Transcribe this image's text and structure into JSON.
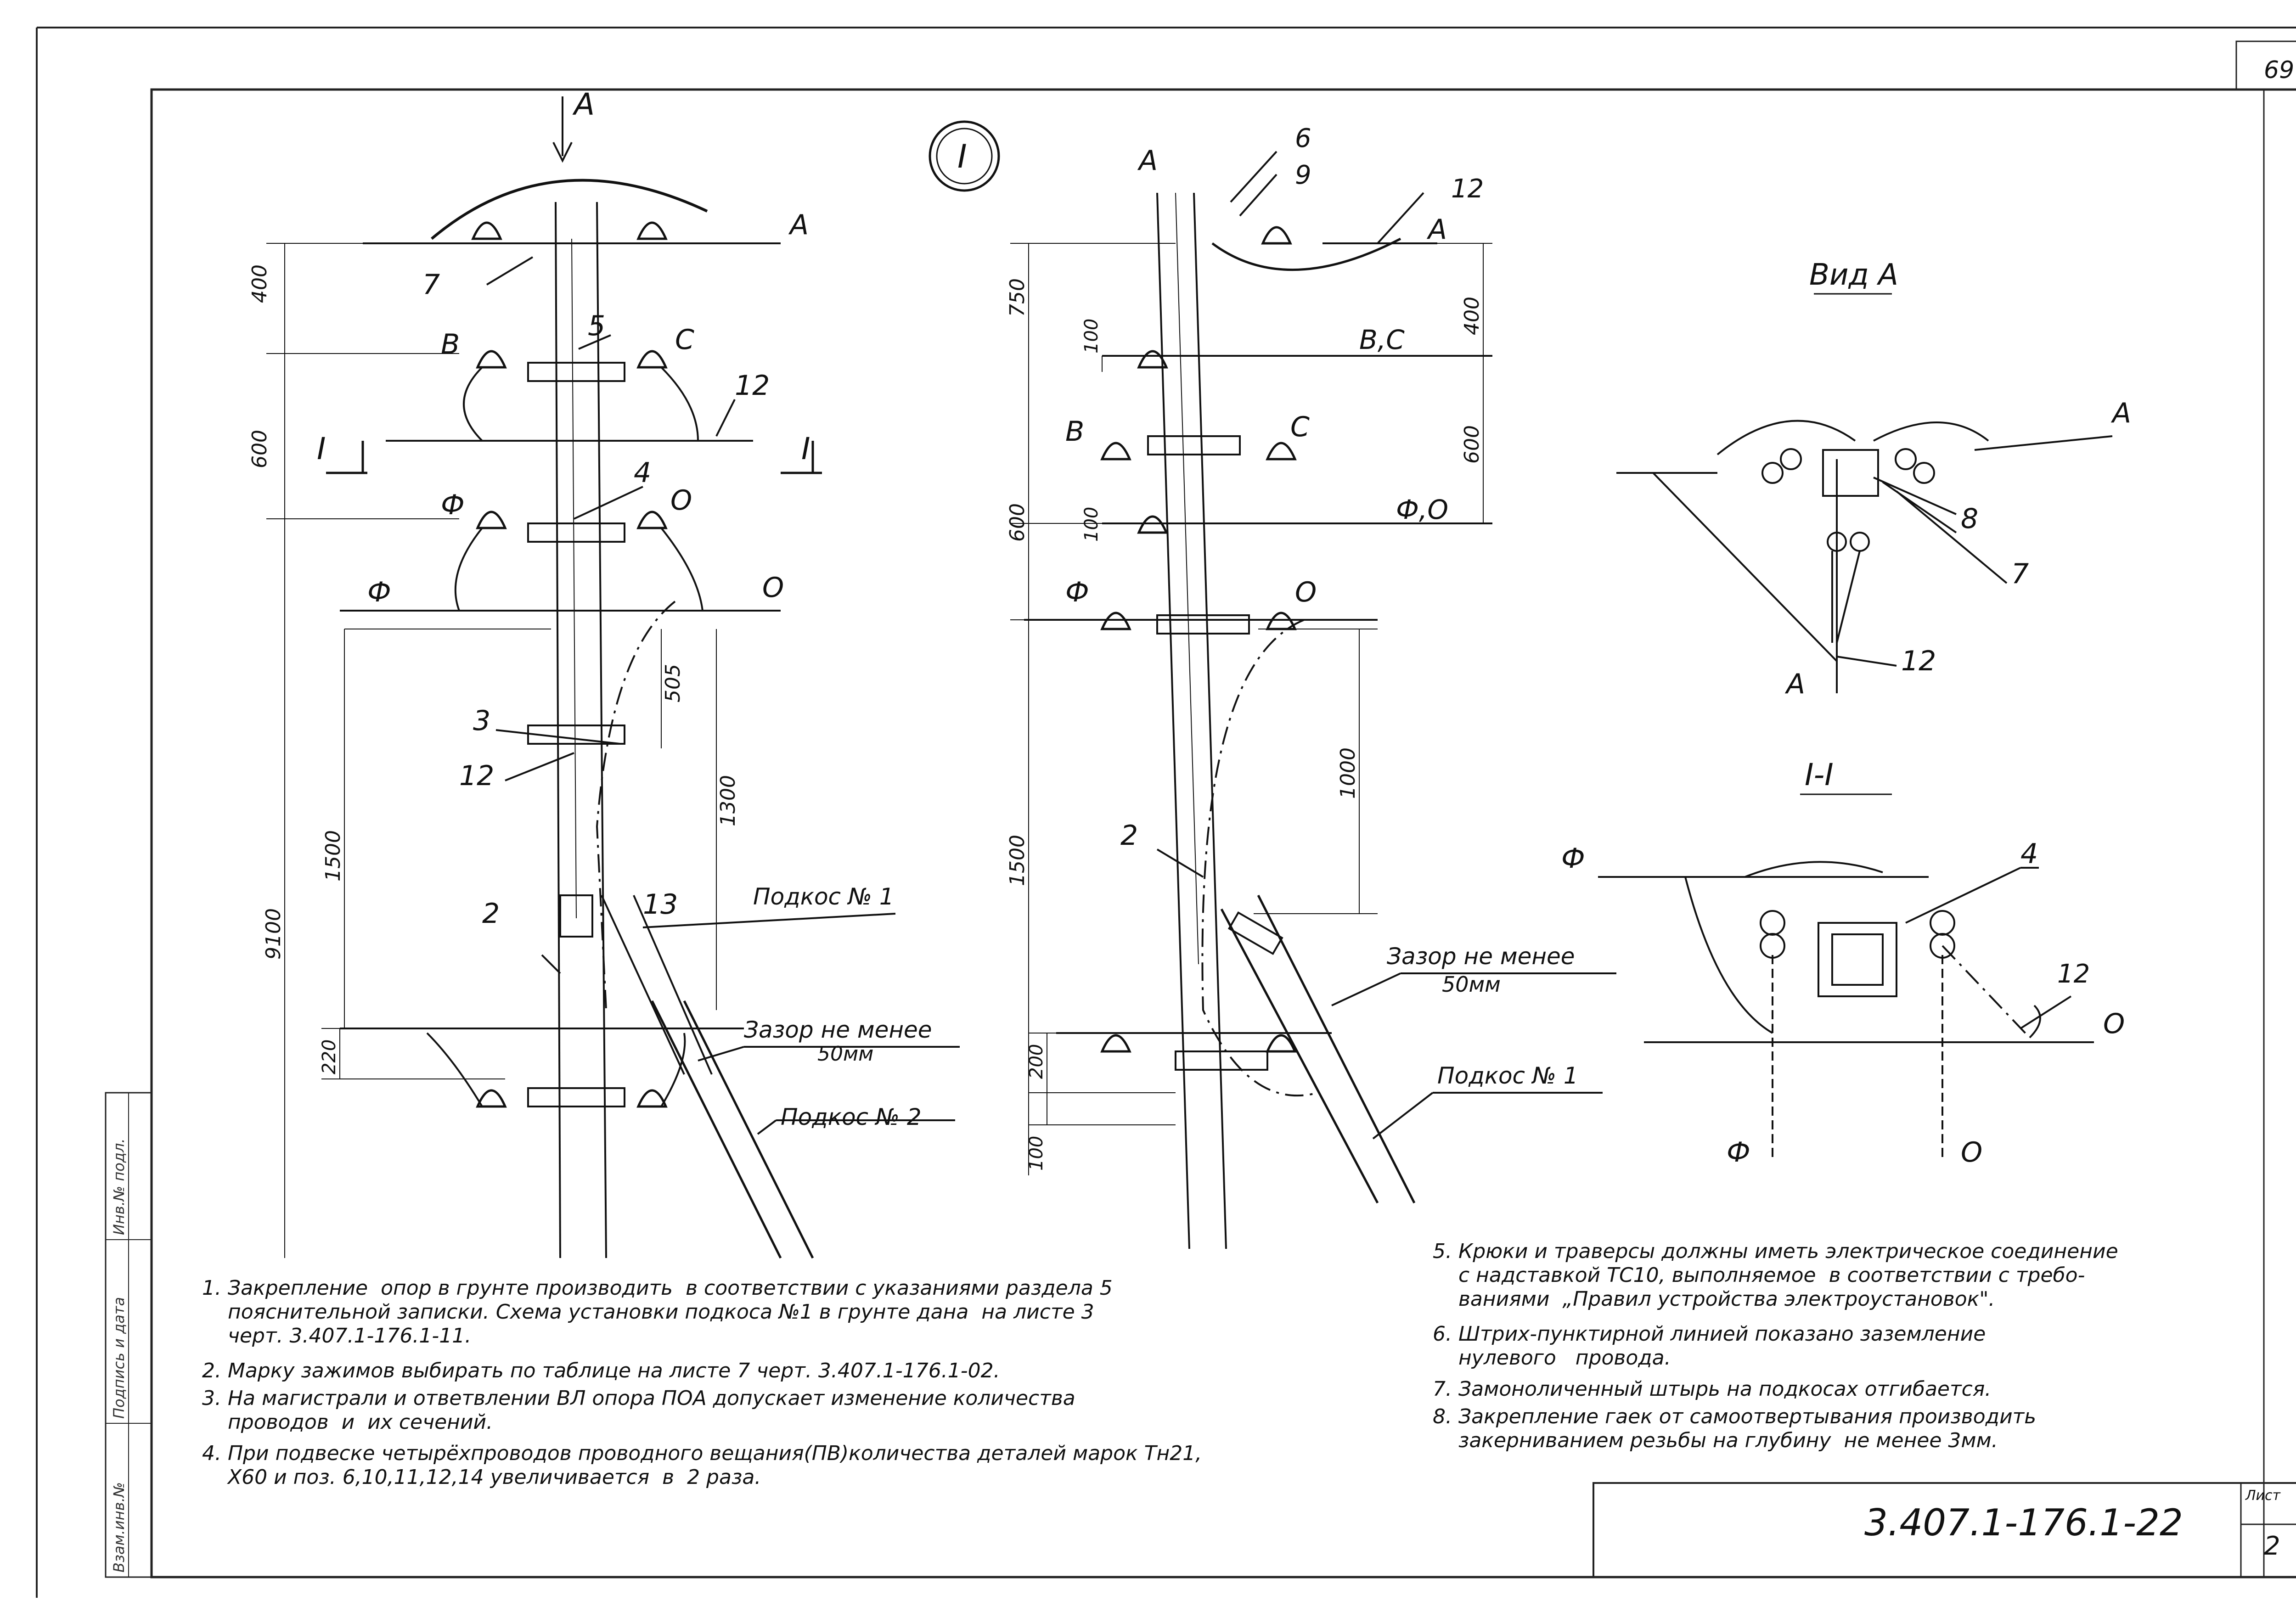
{
  "page_number": "69",
  "section_marker": "I",
  "view_a_title": "Вид А",
  "section_title": "I-I",
  "labels": {
    "A": "А",
    "B": "В",
    "C": "С",
    "F": "Ф",
    "O": "О",
    "BC": "В,С",
    "FO": "Ф,О",
    "I": "I",
    "n2": "2",
    "n3": "3",
    "n4": "4",
    "n5": "5",
    "n6": "6",
    "n7": "7",
    "n8": "8",
    "n9": "9",
    "n12": "12",
    "n13": "13"
  },
  "callouts": {
    "brace1_left": "Подкос № 1",
    "brace2_left": "Подкос № 2",
    "gap_left": "Зазор не менее\n50мм",
    "gap_right": "Зазор не менее\n50мм",
    "brace1_right": "Подкос № 1"
  },
  "dimensions": {
    "left": [
      "400",
      "600",
      "505",
      "1300",
      "1500",
      "9100",
      "220"
    ],
    "right": [
      "750",
      "100",
      "400",
      "600",
      "600",
      "100",
      "1000",
      "1500",
      "200",
      "100"
    ]
  },
  "notes_left": [
    "1. Закрепление  опор в грунте производить  в соответствии с указаниями раздела 5\n    пояснительной записки. Схема установки подкоса №1 в грунте дана  на листе 3\n    черт. 3.407.1-176.1-11.",
    "2. Марку зажимов выбирать по таблице на листе 7 черт. 3.407.1-176.1-02.",
    "3. На магистрали и ответвлении ВЛ опора ПОА допускает изменение количества\n    проводов  и  их сечений.",
    "4. При подвеске четырёхпроводов проводного вещания(ПВ)количества деталей марок Тн21,\n    Х60 и поз. 6,10,11,12,14 увеличивается  в  2 раза."
  ],
  "notes_right": [
    "5. Крюки и траверсы должны иметь электрическое соединение\n    с надставкой ТС10, выполняемое  в соответствии с требо-\n    ваниями  „Правил устройства электроустановок\".",
    "6. Штрих-пунктирной линией показано заземление\n    нулевого   провода.",
    "7. Замоноличенный штырь на подкосах отгибается.",
    "8. Закрепление гаек от самоотвертывания производить\n    закерниванием резьбы на глубину  не менее 3мм."
  ],
  "title_block": {
    "code": "3.407.1-176.1-22",
    "sheet_label": "Лист",
    "sheet": "2"
  },
  "margin_stamp": [
    "Инв.№ подл.",
    "Подпись и дата",
    "Взам.инв.№"
  ]
}
